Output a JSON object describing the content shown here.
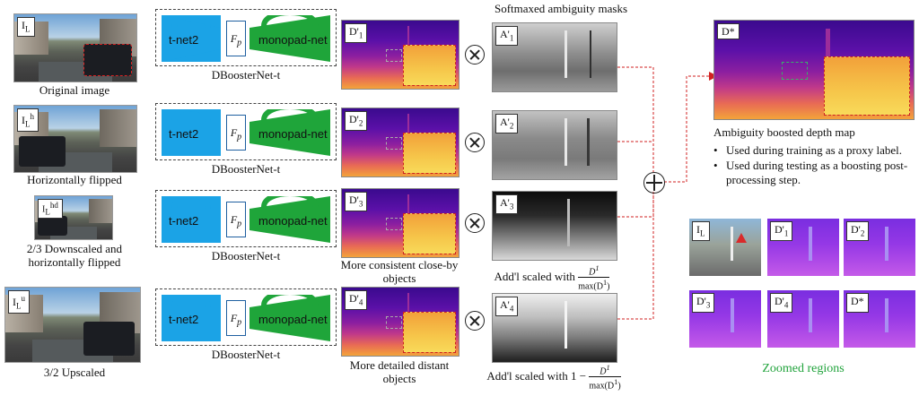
{
  "colors": {
    "tnet": "#1ba3e6",
    "monopad": "#1fa53a",
    "fp_border": "#1e5fa0",
    "connector": "#d22222",
    "zoom_caption": "#21a33c"
  },
  "header": {
    "title": "Softmaxed ambiguity masks"
  },
  "inputs": [
    {
      "tag_base": "I",
      "tag_sub": "L",
      "tag_sup": "",
      "caption": "Original image"
    },
    {
      "tag_base": "I",
      "tag_sub": "L",
      "tag_sup": "h",
      "caption": "Horizontally flipped"
    },
    {
      "tag_base": "I",
      "tag_sub": "L",
      "tag_sup": "hd",
      "caption": "2/3 Downscaled and horizontally flipped"
    },
    {
      "tag_base": "I",
      "tag_sub": "L",
      "tag_sup": "u",
      "caption": "3/2 Upscaled"
    }
  ],
  "network": {
    "tnet_label": "t-net2",
    "fp_base": "F",
    "fp_sub": "p",
    "monopad_label": "monopad-net",
    "caption": "DBoosterNet-t"
  },
  "depth_maps": [
    {
      "tag": "D'",
      "sub": "1",
      "caption": ""
    },
    {
      "tag": "D'",
      "sub": "2",
      "caption": ""
    },
    {
      "tag": "D'",
      "sub": "3",
      "caption": "More consistent close-by objects"
    },
    {
      "tag": "D'",
      "sub": "4",
      "caption": "More detailed distant objects"
    }
  ],
  "ambiguity_masks": [
    {
      "tag": "A'",
      "sub": "1"
    },
    {
      "tag": "A'",
      "sub": "2"
    },
    {
      "tag": "A'",
      "sub": "3",
      "caption_prefix": "Add'l scaled with",
      "frac_num": "D",
      "frac_num_sup": "1",
      "frac_den": "max(D",
      "frac_den_sup": "1",
      "frac_den_close": ")"
    },
    {
      "tag": "A'",
      "sub": "4",
      "caption_prefix": "Add'l scaled with 1 −",
      "frac_num": "D",
      "frac_num_sup": "1",
      "frac_den": "max(D",
      "frac_den_sup": "1",
      "frac_den_close": ")"
    }
  ],
  "output": {
    "tag": "D*",
    "caption": "Ambiguity boosted depth map",
    "bullets": [
      "Used during training as a proxy label.",
      "Used during testing as a boosting post-processing step."
    ]
  },
  "zoomed": {
    "tiles": [
      {
        "tag": "I",
        "sub": "L"
      },
      {
        "tag": "D'",
        "sub": "1"
      },
      {
        "tag": "D'",
        "sub": "2"
      },
      {
        "tag": "D'",
        "sub": "3"
      },
      {
        "tag": "D'",
        "sub": "4"
      },
      {
        "tag": "D*",
        "sub": ""
      }
    ],
    "caption": "Zoomed regions"
  }
}
